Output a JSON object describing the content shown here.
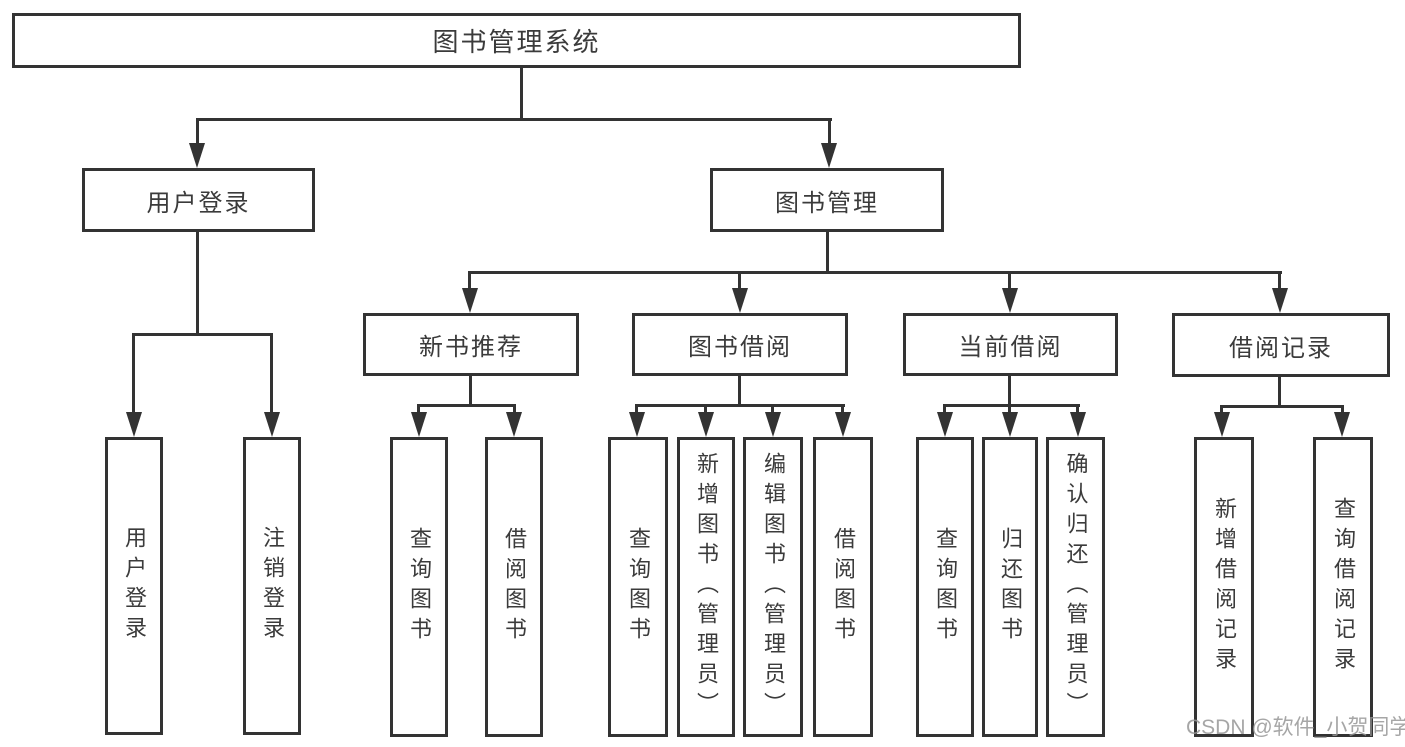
{
  "diagram": {
    "root": {
      "label": "图书管理系统"
    },
    "level2": [
      {
        "label": "用户登录"
      },
      {
        "label": "图书管理"
      }
    ],
    "level3": [
      {
        "label": "新书推荐"
      },
      {
        "label": "图书借阅"
      },
      {
        "label": "当前借阅"
      },
      {
        "label": "借阅记录"
      }
    ],
    "leaves": {
      "user_login": [
        {
          "label": "用户登录"
        },
        {
          "label": "注销登录"
        }
      ],
      "new_book_recommend": [
        {
          "label": "查询图书"
        },
        {
          "label": "借阅图书"
        }
      ],
      "book_borrowing": [
        {
          "label": "查询图书"
        },
        {
          "label": "新增图书（管理员）"
        },
        {
          "label": "编辑图书（管理员）"
        },
        {
          "label": "借阅图书"
        }
      ],
      "current_borrowing": [
        {
          "label": "查询图书"
        },
        {
          "label": "归还图书"
        },
        {
          "label": "确认归还（管理员）"
        }
      ],
      "borrow_records": [
        {
          "label": "新增借阅记录"
        },
        {
          "label": "查询借阅记录"
        }
      ]
    }
  },
  "watermark": {
    "text": "CSDN @软件_小贺同学"
  },
  "colors": {
    "line": "#333333",
    "text": "#3b3b3b",
    "watermark": "#a3a3a3",
    "background": "#ffffff"
  }
}
